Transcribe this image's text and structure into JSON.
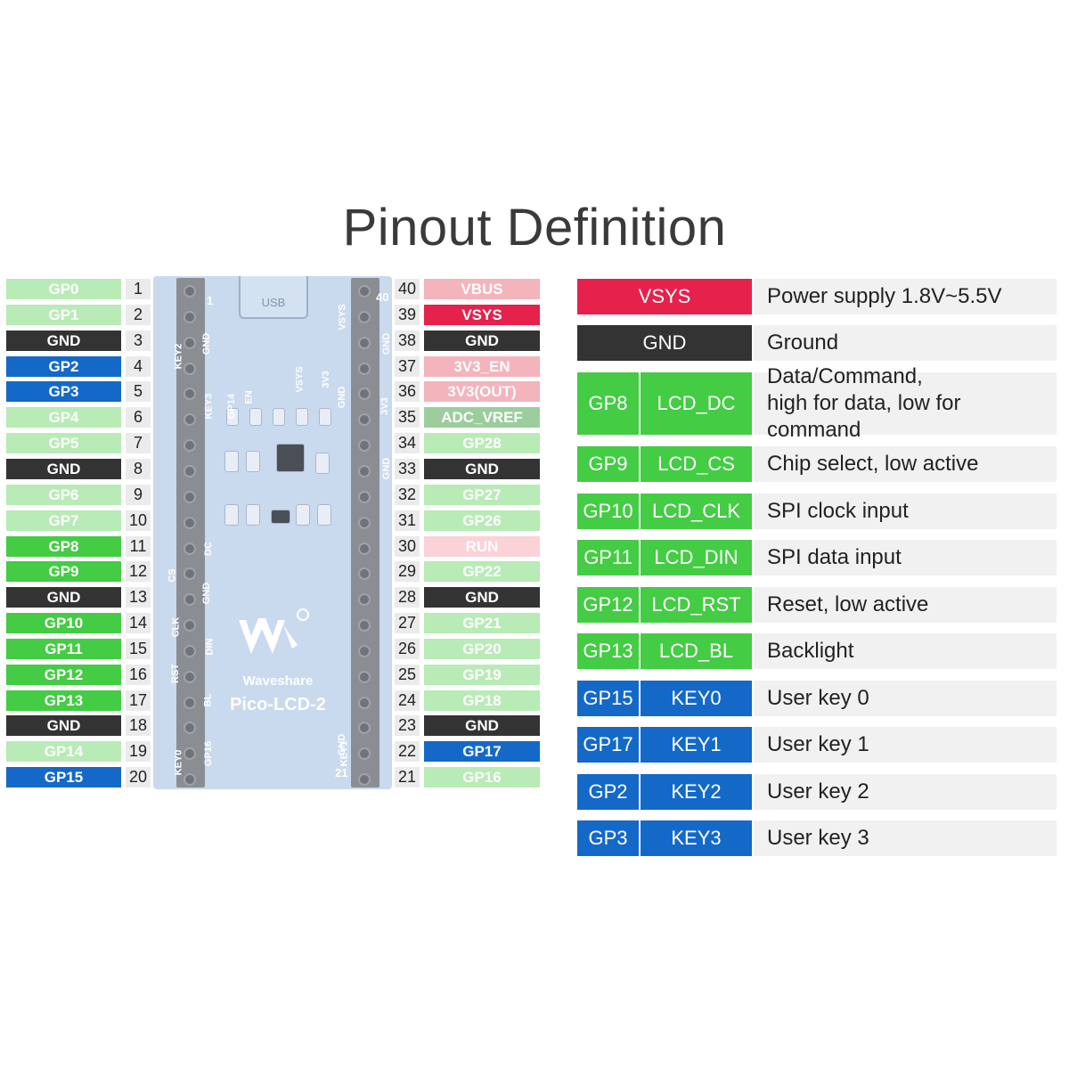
{
  "title": "Pinout Definition",
  "colors": {
    "gp_light": "#b8ebb6",
    "gp_light_text": "#ffffff",
    "gp_dark": "#44cc44",
    "gp_blue": "#1469c8",
    "gnd": "#333333",
    "power_pink": "#f4b4bc",
    "power_red": "#e5214c",
    "adc": "#9ccd9c",
    "run": "#fbd2d8"
  },
  "left_pins": [
    {
      "num": "1",
      "label": "GP0",
      "style": "light"
    },
    {
      "num": "2",
      "label": "GP1",
      "style": "light"
    },
    {
      "num": "3",
      "label": "GND",
      "style": "gnd"
    },
    {
      "num": "4",
      "label": "GP2",
      "style": "blue"
    },
    {
      "num": "5",
      "label": "GP3",
      "style": "blue"
    },
    {
      "num": "6",
      "label": "GP4",
      "style": "light"
    },
    {
      "num": "7",
      "label": "GP5",
      "style": "light"
    },
    {
      "num": "8",
      "label": "GND",
      "style": "gnd"
    },
    {
      "num": "9",
      "label": "GP6",
      "style": "light"
    },
    {
      "num": "10",
      "label": "GP7",
      "style": "light"
    },
    {
      "num": "11",
      "label": "GP8",
      "style": "green"
    },
    {
      "num": "12",
      "label": "GP9",
      "style": "green"
    },
    {
      "num": "13",
      "label": "GND",
      "style": "gnd"
    },
    {
      "num": "14",
      "label": "GP10",
      "style": "green"
    },
    {
      "num": "15",
      "label": "GP11",
      "style": "green"
    },
    {
      "num": "16",
      "label": "GP12",
      "style": "green"
    },
    {
      "num": "17",
      "label": "GP13",
      "style": "green"
    },
    {
      "num": "18",
      "label": "GND",
      "style": "gnd"
    },
    {
      "num": "19",
      "label": "GP14",
      "style": "light"
    },
    {
      "num": "20",
      "label": "GP15",
      "style": "blue"
    }
  ],
  "right_pins": [
    {
      "num": "40",
      "label": "VBUS",
      "style": "pink"
    },
    {
      "num": "39",
      "label": "VSYS",
      "style": "red"
    },
    {
      "num": "38",
      "label": "GND",
      "style": "gnd"
    },
    {
      "num": "37",
      "label": "3V3_EN",
      "style": "pink"
    },
    {
      "num": "36",
      "label": "3V3(OUT)",
      "style": "pink"
    },
    {
      "num": "35",
      "label": "ADC_VREF",
      "style": "adc"
    },
    {
      "num": "34",
      "label": "GP28",
      "style": "light"
    },
    {
      "num": "33",
      "label": "GND",
      "style": "gnd"
    },
    {
      "num": "32",
      "label": "GP27",
      "style": "light"
    },
    {
      "num": "31",
      "label": "GP26",
      "style": "light"
    },
    {
      "num": "30",
      "label": "RUN",
      "style": "run"
    },
    {
      "num": "29",
      "label": "GP22",
      "style": "light"
    },
    {
      "num": "28",
      "label": "GND",
      "style": "gnd"
    },
    {
      "num": "27",
      "label": "GP21",
      "style": "light"
    },
    {
      "num": "26",
      "label": "GP20",
      "style": "light"
    },
    {
      "num": "25",
      "label": "GP19",
      "style": "light"
    },
    {
      "num": "24",
      "label": "GP18",
      "style": "light"
    },
    {
      "num": "23",
      "label": "GND",
      "style": "gnd"
    },
    {
      "num": "22",
      "label": "GP17",
      "style": "blue"
    },
    {
      "num": "21",
      "label": "GP16",
      "style": "light"
    }
  ],
  "board": {
    "usb": "USB",
    "brand": "Waveshare",
    "model": "Pico-LCD-2",
    "corner_1": "1",
    "corner_40": "40",
    "corner_21": "21",
    "left_silk": [
      "KEY2",
      "GND",
      "KEY3",
      "GP14",
      "EN",
      "VSYS",
      "3V3",
      "GND",
      "CS",
      "CLK",
      "GND",
      "DC",
      "DIN",
      "RST",
      "BL",
      "GP16",
      "KEY0",
      "GND",
      "KEY1"
    ],
    "edge_silk": [
      "GND",
      "GND",
      "3V3",
      "VSYS"
    ]
  },
  "definitions": [
    {
      "gp": "VSYS",
      "func": "",
      "desc_line1": "Power supply 1.8V~5.5V",
      "desc_line2": "",
      "style": "red"
    },
    {
      "gp": "GND",
      "func": "",
      "desc_line1": "Ground",
      "desc_line2": "",
      "style": "gnd"
    },
    {
      "gp": "GP8",
      "func": "LCD_DC",
      "desc_line1": "Data/Command,",
      "desc_line2": "high for data, low for command",
      "style": "green"
    },
    {
      "gp": "GP9",
      "func": "LCD_CS",
      "desc_line1": "Chip select, low active",
      "desc_line2": "",
      "style": "green"
    },
    {
      "gp": "GP10",
      "func": "LCD_CLK",
      "desc_line1": "SPI clock input",
      "desc_line2": "",
      "style": "green"
    },
    {
      "gp": "GP11",
      "func": "LCD_DIN",
      "desc_line1": "SPI data input",
      "desc_line2": "",
      "style": "green"
    },
    {
      "gp": "GP12",
      "func": "LCD_RST",
      "desc_line1": "Reset, low active",
      "desc_line2": "",
      "style": "green"
    },
    {
      "gp": "GP13",
      "func": "LCD_BL",
      "desc_line1": "Backlight",
      "desc_line2": "",
      "style": "green"
    },
    {
      "gp": "GP15",
      "func": "KEY0",
      "desc_line1": "User key 0",
      "desc_line2": "",
      "style": "blue"
    },
    {
      "gp": "GP17",
      "func": "KEY1",
      "desc_line1": "User key 1",
      "desc_line2": "",
      "style": "blue"
    },
    {
      "gp": "GP2",
      "func": "KEY2",
      "desc_line1": "User key 2",
      "desc_line2": "",
      "style": "blue"
    },
    {
      "gp": "GP3",
      "func": "KEY3",
      "desc_line1": "User key 3",
      "desc_line2": "",
      "style": "blue"
    }
  ]
}
